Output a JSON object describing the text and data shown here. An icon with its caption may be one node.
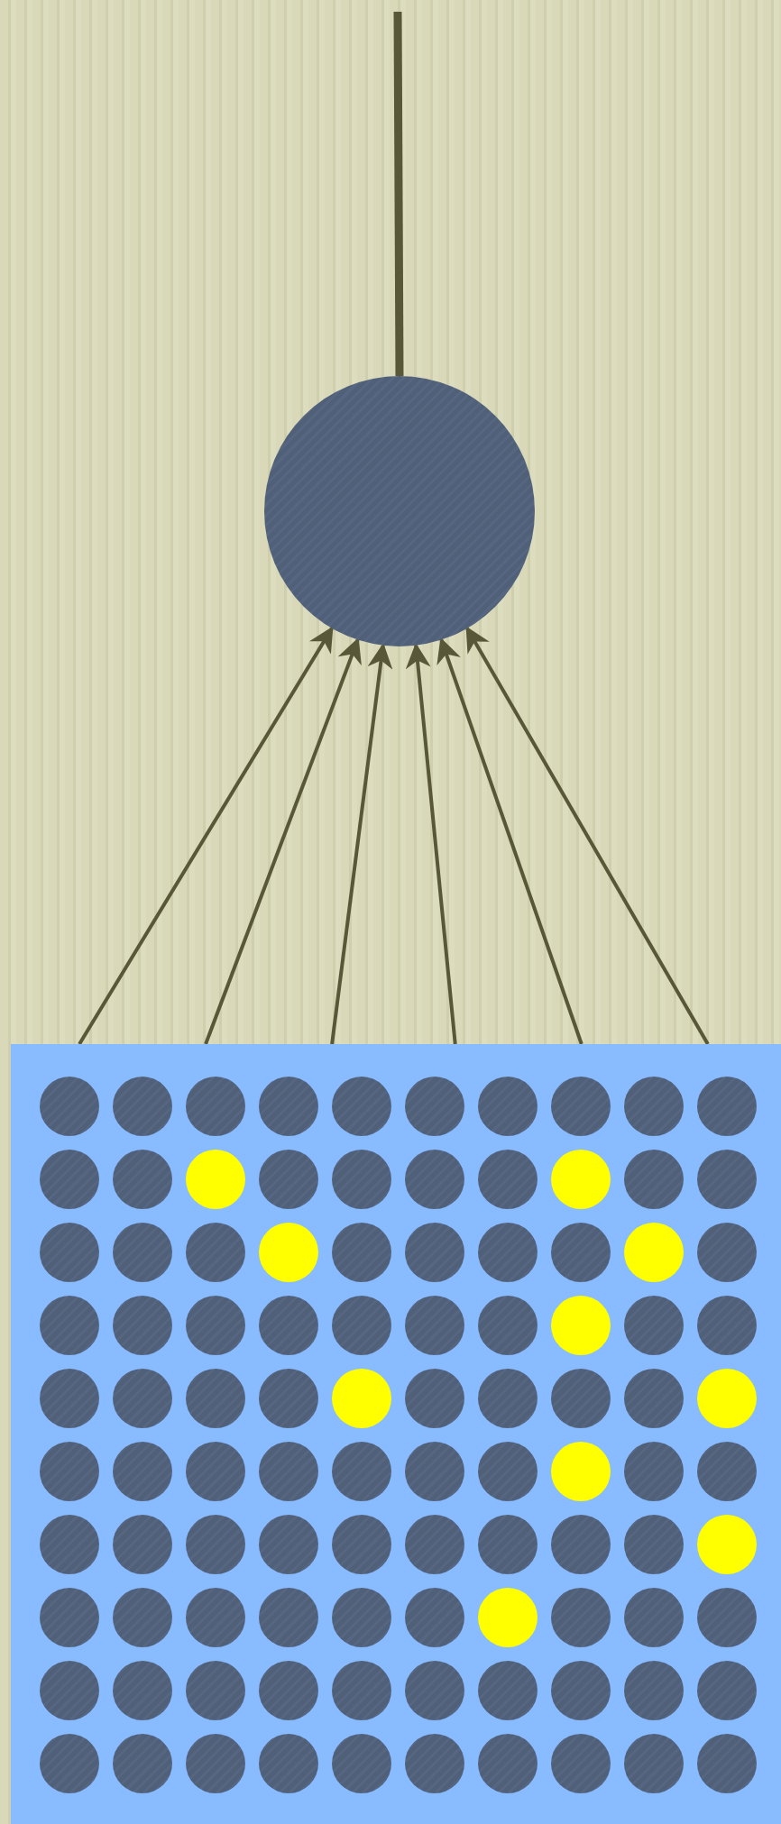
{
  "diagram": {
    "nodes": [
      {
        "text": [],
        "shape": "circle"
      },
      {
        "text": [],
        "shape": "box"
      },
      {
        "text": [],
        "shape": "circle",
        "in": 1
      },
      {
        "text": [],
        "shape": "circle",
        "in": 1
      },
      {
        "text": [],
        "shape": "circle",
        "in": 1
      },
      {
        "text": [],
        "shape": "circle",
        "in": 1
      },
      {
        "text": [],
        "shape": "circle",
        "in": 1
      },
      {
        "text": [],
        "shape": "circle",
        "in": 1
      },
      {
        "text": [],
        "shape": "circle",
        "in": 1
      },
      {
        "text": [],
        "shape": "circle",
        "in": 1
      },
      {
        "text": [],
        "shape": "circle",
        "in": 1
      },
      {
        "text": [],
        "shape": "circle",
        "in": 1
      },
      {
        "text": [],
        "shape": "circle",
        "in": 1
      },
      {
        "text": [],
        "shape": "circle",
        "in": 1
      },
      {
        "text": [],
        "shape": "circle",
        "in": 1
      },
      {
        "text": [],
        "shape": "circle",
        "in": 1
      },
      {
        "text": [],
        "shape": "circle",
        "in": 1
      },
      {
        "text": [],
        "shape": "circle",
        "in": 1
      },
      {
        "text": [],
        "shape": "circle",
        "in": 1
      },
      {
        "text": [],
        "shape": "circle",
        "in": 1
      },
      {
        "text": [],
        "shape": "circle",
        "in": 1
      },
      {
        "text": [],
        "shape": "circle",
        "in": 1
      },
      {
        "text": [],
        "shape": "circle",
        "in": 1
      },
      {
        "text": [],
        "shape": "circle",
        "in": 1
      },
      {
        "text": [],
        "shape": "circle",
        "in": 1
      },
      {
        "text": [],
        "shape": "circle",
        "in": 1
      },
      {
        "text": [],
        "shape": "circle",
        "in": 1
      },
      {
        "text": [],
        "shape": "circle",
        "in": 1
      },
      {
        "text": [],
        "shape": "circle",
        "in": 1
      },
      {
        "text": [],
        "shape": "circle",
        "in": 1
      },
      {
        "text": [],
        "shape": "circle",
        "in": 1
      },
      {
        "text": [],
        "shape": "circle",
        "in": 1
      },
      {
        "text": [],
        "shape": "circle",
        "in": 1
      },
      {
        "text": [],
        "shape": "circle",
        "in": 1
      },
      {
        "text": [],
        "shape": "circle",
        "in": 1
      },
      {
        "text": [],
        "shape": "circle",
        "in": 1
      },
      {
        "text": [],
        "shape": "circle",
        "in": 1
      },
      {
        "text": [],
        "shape": "circle",
        "in": 1
      },
      {
        "text": [],
        "shape": "circle",
        "in": 1
      },
      {
        "text": [],
        "shape": "circle",
        "in": 1
      },
      {
        "text": [],
        "shape": "circle",
        "in": 1
      },
      {
        "text": [],
        "shape": "circle",
        "in": 1
      },
      {
        "text": [],
        "shape": "circle",
        "in": 1
      },
      {
        "text": [],
        "shape": "circle",
        "in": 1
      },
      {
        "text": [],
        "shape": "circle",
        "in": 1
      },
      {
        "text": [],
        "shape": "circle",
        "in": 1
      },
      {
        "text": [],
        "shape": "circle",
        "in": 1
      },
      {
        "text": [],
        "shape": "circle",
        "in": 1
      },
      {
        "text": [],
        "shape": "circle",
        "in": 1
      },
      {
        "text": [],
        "shape": "circle",
        "in": 1
      },
      {
        "text": [],
        "shape": "circle",
        "in": 1
      },
      {
        "text": [],
        "shape": "circle",
        "in": 1
      },
      {
        "text": [],
        "shape": "circle",
        "in": 1
      },
      {
        "text": [],
        "shape": "circle",
        "in": 1
      },
      {
        "text": [],
        "shape": "circle",
        "in": 1
      },
      {
        "text": [],
        "shape": "circle",
        "in": 1
      },
      {
        "text": [],
        "shape": "circle",
        "in": 1
      },
      {
        "text": [],
        "shape": "circle",
        "in": 1
      },
      {
        "text": [],
        "shape": "circle",
        "in": 1
      },
      {
        "text": [],
        "shape": "circle",
        "in": 1
      },
      {
        "text": [],
        "shape": "circle",
        "in": 1
      },
      {
        "text": [],
        "shape": "circle",
        "in": 1
      },
      {
        "text": [],
        "shape": "circle",
        "in": 1
      },
      {
        "text": [],
        "shape": "circle",
        "in": 1
      },
      {
        "text": [],
        "shape": "circle",
        "in": 1
      },
      {
        "text": [],
        "shape": "circle",
        "in": 1
      },
      {
        "text": [],
        "shape": "circle",
        "in": 1
      },
      {
        "text": [],
        "shape": "circle",
        "in": 1
      },
      {
        "text": [],
        "shape": "circle",
        "in": 1
      },
      {
        "text": [],
        "shape": "circle",
        "in": 1
      },
      {
        "text": [],
        "shape": "circle",
        "in": 1
      },
      {
        "text": [],
        "shape": "circle",
        "in": 1
      },
      {
        "text": [],
        "shape": "circle",
        "in": 1
      },
      {
        "text": [],
        "shape": "circle",
        "in": 1
      },
      {
        "text": [],
        "shape": "circle",
        "in": 1
      },
      {
        "text": [],
        "shape": "circle",
        "in": 1
      },
      {
        "text": [],
        "shape": "circle",
        "in": 1
      },
      {
        "text": [],
        "shape": "circle",
        "in": 1
      },
      {
        "text": [],
        "shape": "circle",
        "in": 1
      },
      {
        "text": [],
        "shape": "circle",
        "in": 1
      },
      {
        "text": [],
        "shape": "circle",
        "in": 1
      },
      {
        "text": [],
        "shape": "circle",
        "in": 1
      },
      {
        "text": [],
        "shape": "circle",
        "in": 1
      },
      {
        "text": [],
        "shape": "circle",
        "in": 1
      },
      {
        "text": [],
        "shape": "circle",
        "in": 1
      },
      {
        "text": [],
        "shape": "circle",
        "in": 1
      },
      {
        "text": [],
        "shape": "circle",
        "in": 1
      },
      {
        "text": [],
        "shape": "circle",
        "in": 1
      },
      {
        "text": [],
        "shape": "circle",
        "in": 1
      },
      {
        "text": [],
        "shape": "circle",
        "in": 1
      },
      {
        "text": [],
        "shape": "circle",
        "in": 1
      },
      {
        "text": [],
        "shape": "circle",
        "in": 1
      },
      {
        "text": [],
        "shape": "circle",
        "in": 1
      },
      {
        "text": [],
        "shape": "circle",
        "in": 1
      },
      {
        "text": [],
        "shape": "circle",
        "in": 1
      },
      {
        "text": [],
        "shape": "circle",
        "in": 1
      },
      {
        "text": [],
        "shape": "circle",
        "in": 1
      },
      {
        "text": [],
        "shape": "circle",
        "in": 1
      },
      {
        "text": [],
        "shape": "circle",
        "in": 1
      },
      {
        "text": [],
        "shape": "circle",
        "in": 1
      },
      {
        "text": [],
        "shape": "circle",
        "in": 1
      },
      {
        "text": [],
        "shape": "circle",
        "in": 1
      }
    ],
    "edges": [
      {
        "from": null,
        "to": 0,
        "arrow": "none",
        "style": "thick"
      },
      {
        "from": 1,
        "to": 0,
        "arrow": "to"
      },
      {
        "from": 1,
        "to": 0,
        "arrow": "to"
      },
      {
        "from": 1,
        "to": 0,
        "arrow": "to"
      },
      {
        "from": 1,
        "to": 0,
        "arrow": "to"
      },
      {
        "from": 1,
        "to": 0,
        "arrow": "to"
      },
      {
        "from": 1,
        "to": 0,
        "arrow": "to"
      }
    ]
  }
}
